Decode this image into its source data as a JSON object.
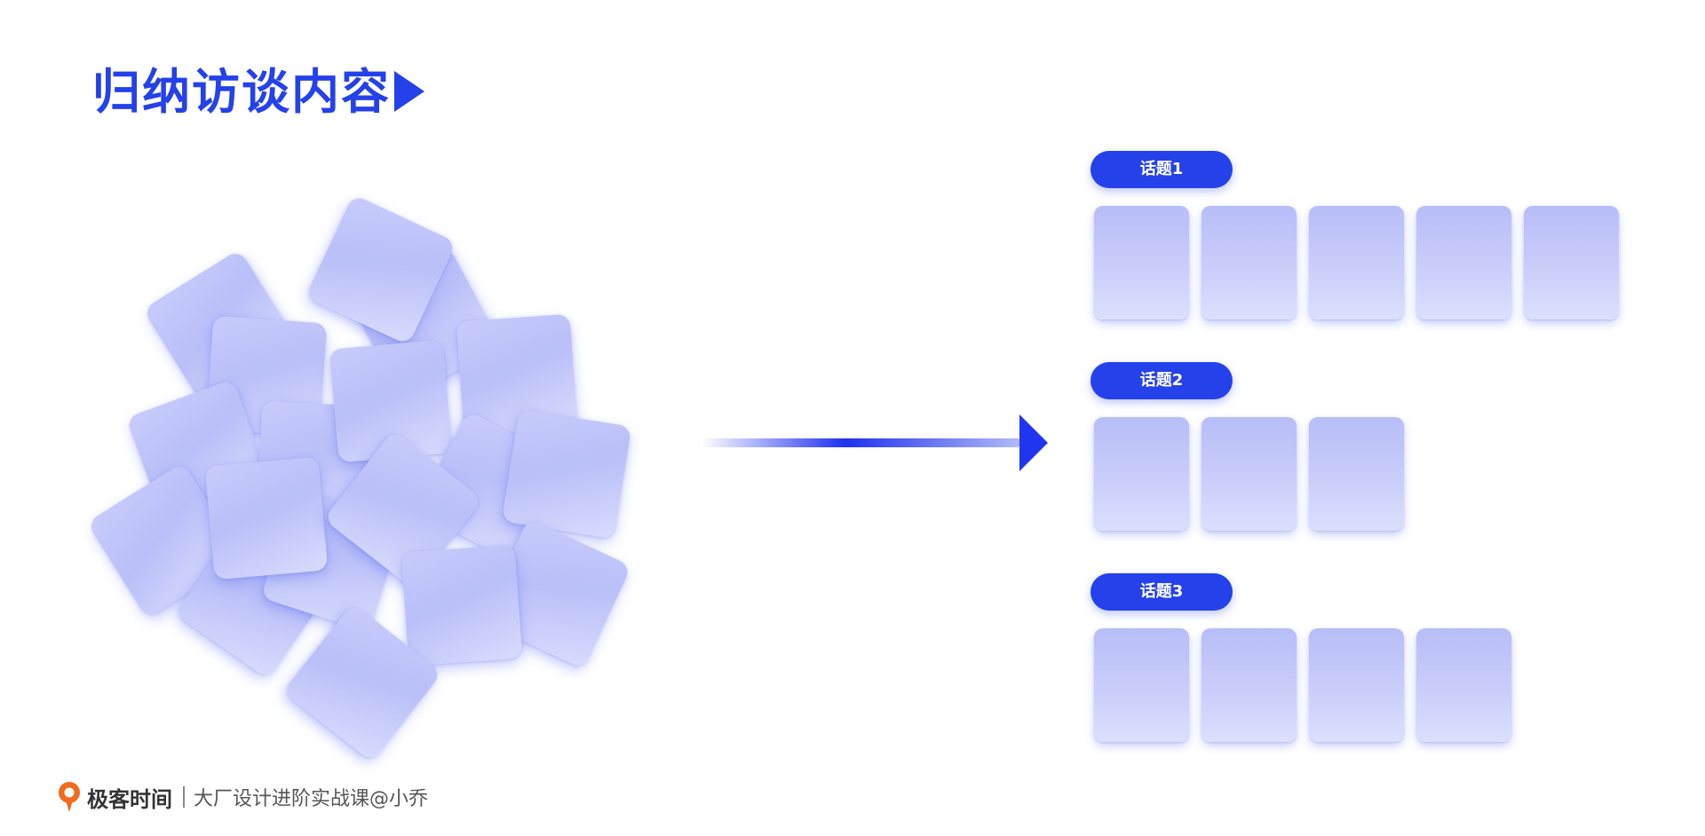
{
  "title": "归纳访谈内容",
  "topics": [
    {
      "label": "话题1",
      "card_count": 5
    },
    {
      "label": "话题2",
      "card_count": 3
    },
    {
      "label": "话题3",
      "card_count": 4
    }
  ],
  "footer": {
    "brand": "极客时间",
    "course": "大厂设计进阶实战课@小乔"
  },
  "colors": {
    "accent": "#2541E9",
    "card_light": "#D8DCFD",
    "card_mid": "#B9BFF8",
    "logo_orange": "#F26B1D"
  },
  "icons": {
    "title_marker": "play-triangle-icon",
    "connector": "arrow-right-icon",
    "logo": "geektime-logo-icon"
  }
}
